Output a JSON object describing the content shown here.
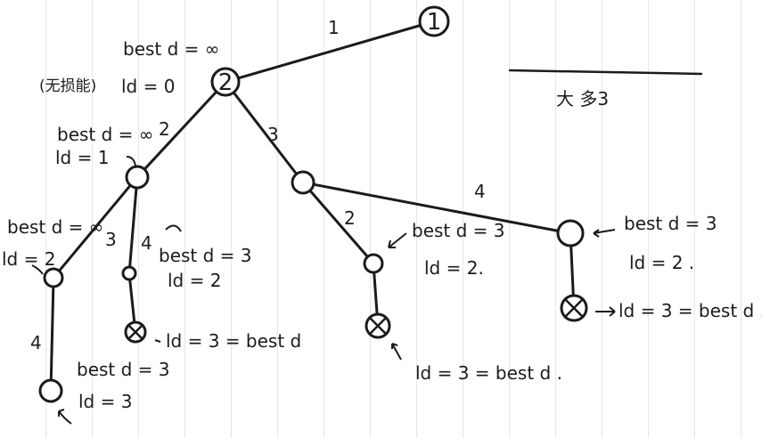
{
  "colors": {
    "ink": "#1b1b1b",
    "highlight": "#e0202a",
    "grid_line": "#e6e6e6",
    "background": "#ffffff"
  },
  "nodes": [
    {
      "id": "n1",
      "label": "1"
    },
    {
      "id": "n2",
      "label": "2"
    },
    {
      "id": "n2a",
      "label": ""
    },
    {
      "id": "n2b",
      "label": ""
    },
    {
      "id": "n3a",
      "label": ""
    },
    {
      "id": "n3b",
      "label": ""
    },
    {
      "id": "n4a",
      "label": ""
    },
    {
      "id": "n3c",
      "label": ""
    },
    {
      "id": "n4b",
      "label": ""
    },
    {
      "id": "n4c",
      "label": ""
    },
    {
      "id": "n4d",
      "label": ""
    },
    {
      "id": "n4e",
      "label": ""
    }
  ],
  "edges": [
    {
      "id": "e1",
      "from": "n1",
      "to": "n2",
      "label": "1"
    },
    {
      "id": "e2",
      "from": "n2",
      "to": "n2a",
      "label": "2"
    },
    {
      "id": "e3",
      "from": "n2",
      "to": "n2b",
      "label": "3"
    },
    {
      "id": "e4",
      "from": "n2a",
      "to": "n3a",
      "label": "3"
    },
    {
      "id": "e5",
      "from": "n2a",
      "to": "n3b",
      "label": "4"
    },
    {
      "id": "e6",
      "from": "n3a",
      "to": "n4a",
      "label": "4"
    },
    {
      "id": "e7",
      "from": "n2b",
      "to": "n3c",
      "label": "2"
    },
    {
      "id": "e8",
      "from": "n2b",
      "to": "n4b",
      "label": "4"
    },
    {
      "id": "e9",
      "from": "n3b",
      "to": "n4c",
      "label": ""
    },
    {
      "id": "e10",
      "from": "n3c",
      "to": "n4d",
      "label": ""
    },
    {
      "id": "e11",
      "from": "n4b",
      "to": "n4e",
      "label": ""
    }
  ],
  "annotations": {
    "root_best": "best d = ∞",
    "root_note": "(无损能)",
    "root_ld": "ld = 0",
    "n2a_best": "best d = ∞",
    "n2a_ld": "ld = 1",
    "n3a_best": "best d = ∞",
    "n3a_ld": "ld = 2",
    "n3b_best": "best d = 3",
    "n3b_ld": "ld = 2",
    "n4a_best_prefix": "best d =",
    "n4a_best_value": "3",
    "n4a_ld": "ld = 3",
    "n4c_note": "ld = 3 = best d",
    "n3c_best": "best d = 3",
    "n3c_ld": "ld = 2.",
    "n4d_note": "ld = 3 = best d .",
    "n4b_best": "best d = 3",
    "n4b_ld": "ld = 2 .",
    "n4e_note": "ld = 3 = best d .",
    "side_note": "大 多3"
  }
}
